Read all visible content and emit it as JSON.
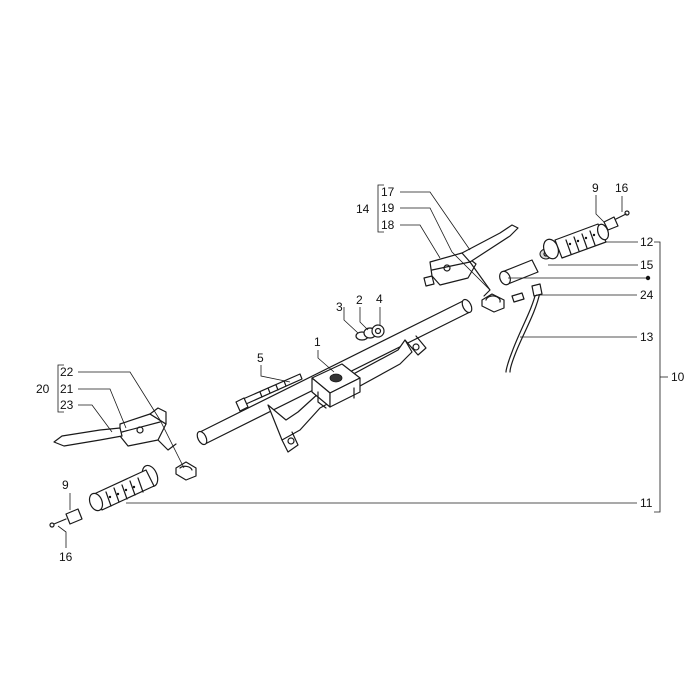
{
  "diagram": {
    "callouts": [
      {
        "key": "c1",
        "label": "1"
      },
      {
        "key": "c2",
        "label": "2"
      },
      {
        "key": "c3",
        "label": "3"
      },
      {
        "key": "c4",
        "label": "4"
      },
      {
        "key": "c5",
        "label": "5"
      },
      {
        "key": "c9a",
        "label": "9"
      },
      {
        "key": "c9b",
        "label": "9"
      },
      {
        "key": "c10",
        "label": "10"
      },
      {
        "key": "c11",
        "label": "11"
      },
      {
        "key": "c12",
        "label": "12"
      },
      {
        "key": "c13",
        "label": "13"
      },
      {
        "key": "c14",
        "label": "14"
      },
      {
        "key": "c15",
        "label": "15"
      },
      {
        "key": "c16a",
        "label": "16"
      },
      {
        "key": "c16b",
        "label": "16"
      },
      {
        "key": "c17",
        "label": "17"
      },
      {
        "key": "c18",
        "label": "18"
      },
      {
        "key": "c19",
        "label": "19"
      },
      {
        "key": "c20",
        "label": "20"
      },
      {
        "key": "c21",
        "label": "21"
      },
      {
        "key": "c22",
        "label": "22"
      },
      {
        "key": "c23",
        "label": "23"
      },
      {
        "key": "c24",
        "label": "24"
      }
    ]
  }
}
